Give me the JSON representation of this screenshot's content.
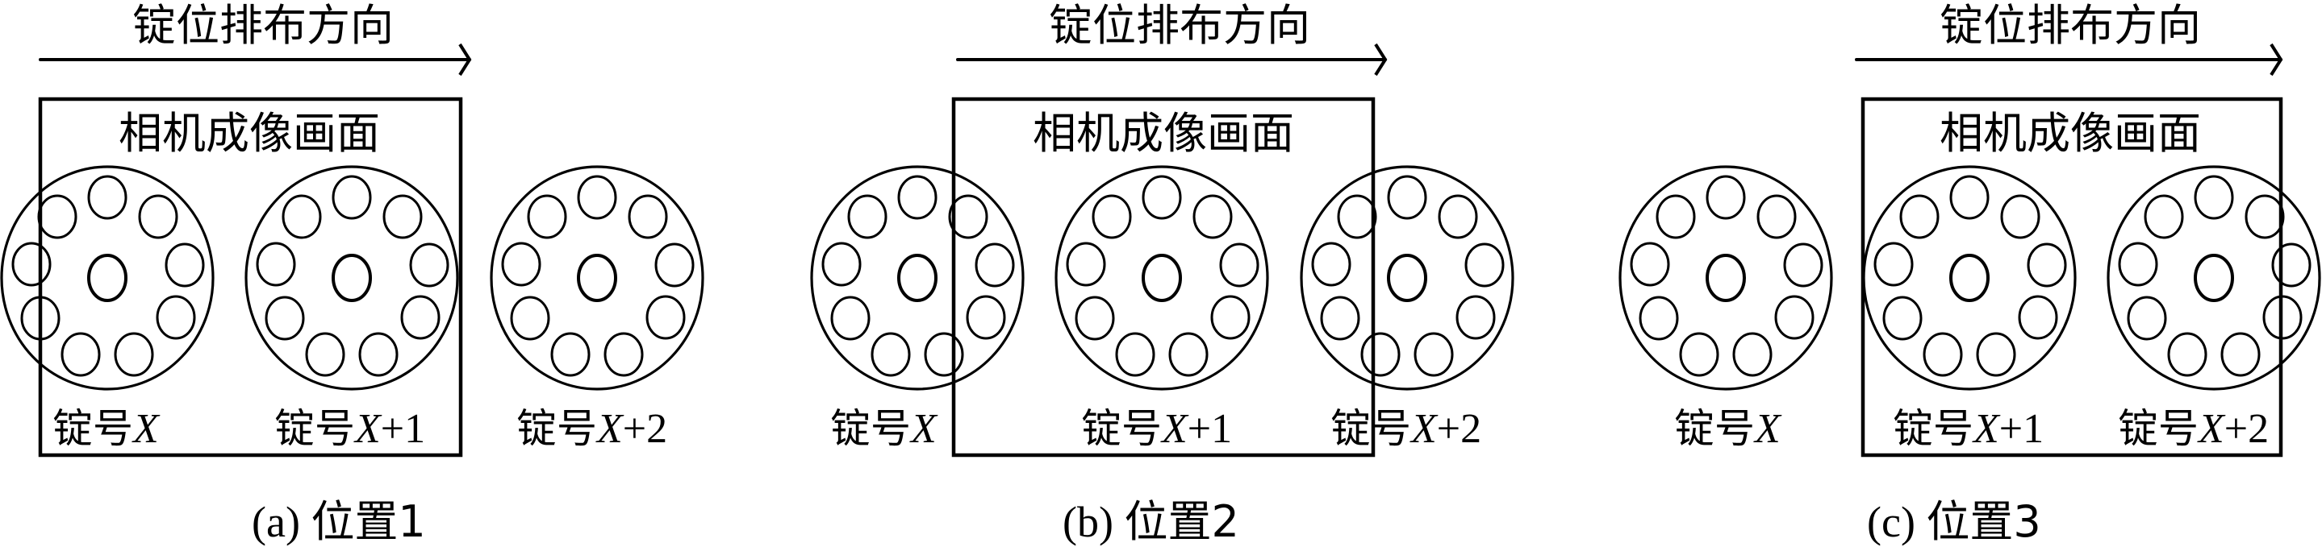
{
  "figure": {
    "panels": [
      {
        "id": "a",
        "direction_label": "锭位排布方向",
        "frame_label": "相机成像画面",
        "caption_prefix": "(a)",
        "caption_text": "位置1",
        "spindles": [
          {
            "label_prefix": "锭号",
            "label_var": "X",
            "label_suffix": "",
            "in_frame": "partial"
          },
          {
            "label_prefix": "锭号",
            "label_var": "X",
            "label_suffix": "+1",
            "in_frame": "full"
          },
          {
            "label_prefix": "锭号",
            "label_var": "X",
            "label_suffix": "+2",
            "in_frame": "none"
          }
        ]
      },
      {
        "id": "b",
        "direction_label": "锭位排布方向",
        "frame_label": "相机成像画面",
        "caption_prefix": "(b)",
        "caption_text": "位置2",
        "spindles": [
          {
            "label_prefix": "锭号",
            "label_var": "X",
            "label_suffix": "",
            "in_frame": "partial"
          },
          {
            "label_prefix": "锭号",
            "label_var": "X",
            "label_suffix": "+1",
            "in_frame": "full"
          },
          {
            "label_prefix": "锭号",
            "label_var": "X",
            "label_suffix": "+2",
            "in_frame": "partial"
          }
        ]
      },
      {
        "id": "c",
        "direction_label": "锭位排布方向",
        "frame_label": "相机成像画面",
        "caption_prefix": "(c)",
        "caption_text": "位置3",
        "spindles": [
          {
            "label_prefix": "锭号",
            "label_var": "X",
            "label_suffix": "",
            "in_frame": "none"
          },
          {
            "label_prefix": "锭号",
            "label_var": "X",
            "label_suffix": "+1",
            "in_frame": "full"
          },
          {
            "label_prefix": "锭号",
            "label_var": "X",
            "label_suffix": "+2",
            "in_frame": "partial"
          }
        ]
      }
    ],
    "spindle_holes": {
      "ring_count": 9,
      "center_hole": true
    },
    "colors": {
      "stroke": "#000000",
      "background": "#ffffff"
    }
  }
}
